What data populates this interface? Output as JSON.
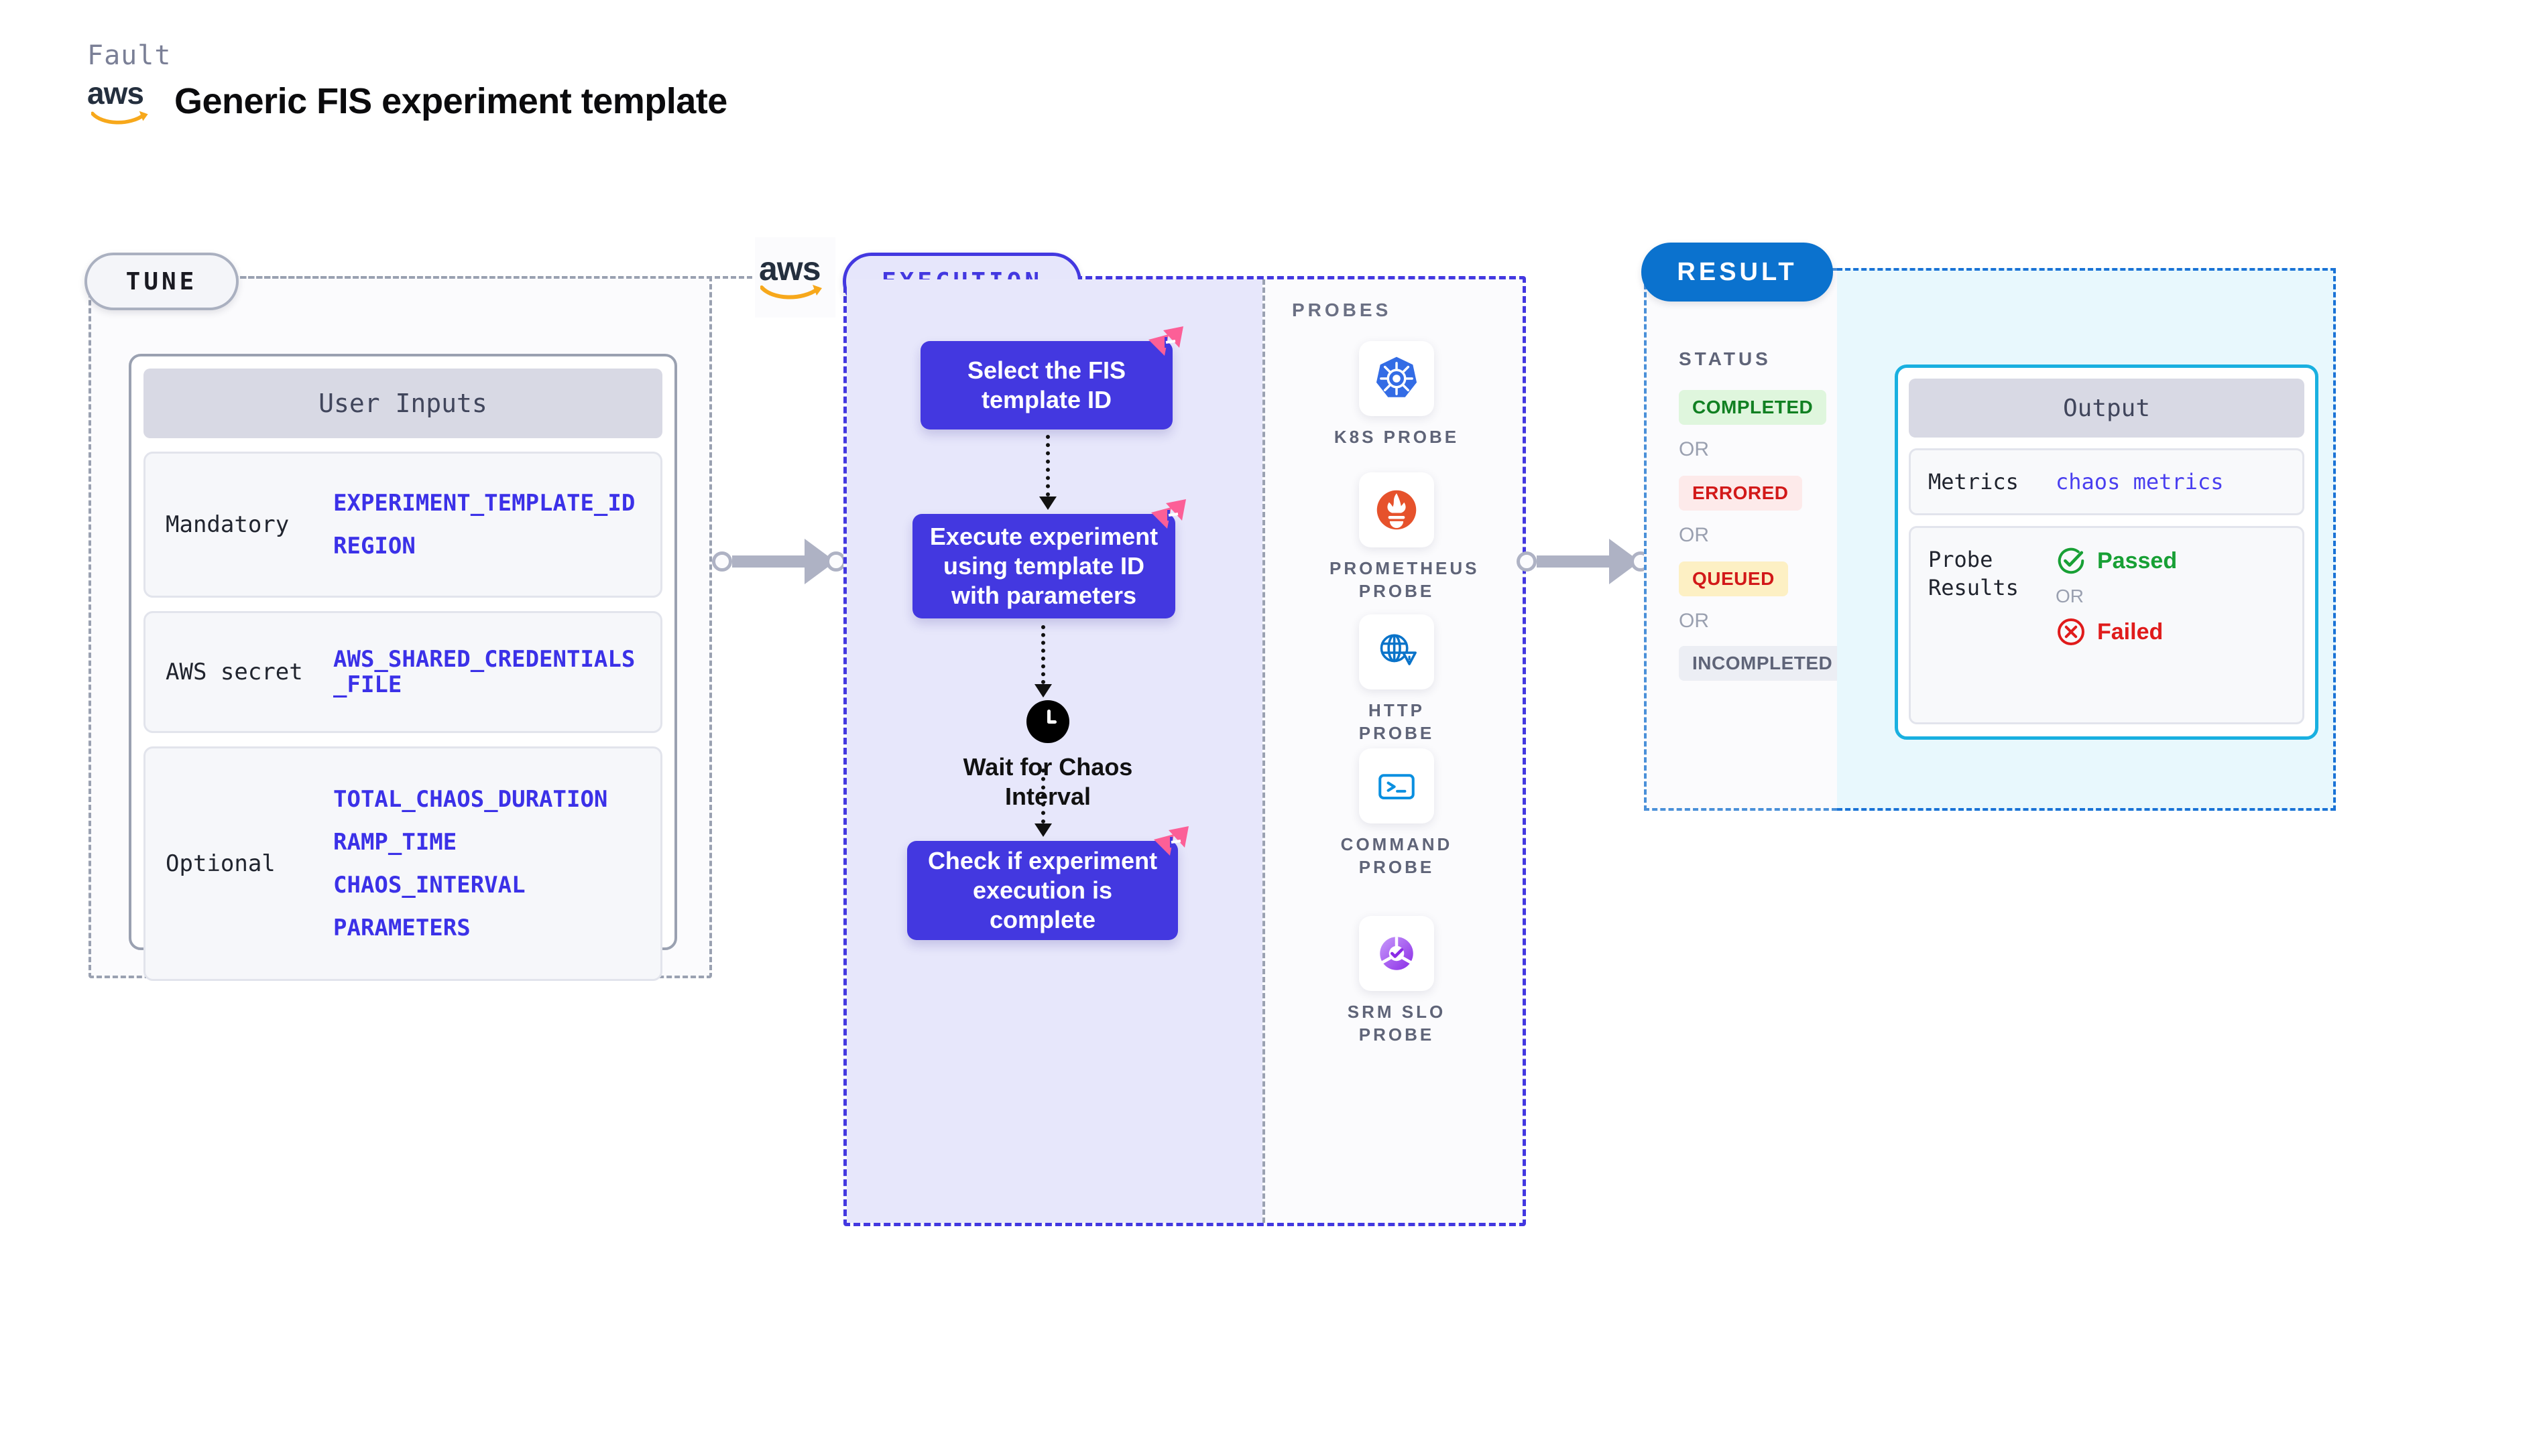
{
  "header": {
    "eyebrow": "Fault",
    "title": "Generic FIS experiment template",
    "logo_text": "aws"
  },
  "tune": {
    "pill_label": "TUNE",
    "logo_text": "aws",
    "card_title": "User Inputs",
    "groups": [
      {
        "label": "Mandatory",
        "vars": [
          "EXPERIMENT_TEMPLATE_ID",
          "REGION"
        ]
      },
      {
        "label": "AWS secret",
        "vars": [
          "AWS_SHARED_CREDENTIALS\n_FILE"
        ]
      },
      {
        "label": "Optional",
        "vars": [
          "TOTAL_CHAOS_DURATION",
          "RAMP_TIME",
          "CHAOS_INTERVAL",
          "PARAMETERS"
        ]
      }
    ]
  },
  "execution": {
    "pill_label": "EXECUTION",
    "steps": [
      {
        "text": "Select the FIS template ID"
      },
      {
        "text": "Execute experiment using template ID with parameters"
      },
      {
        "text": "Check if experiment execution is complete"
      }
    ],
    "wait_node": {
      "label": "Wait for Chaos Interval",
      "icon": "clock-icon"
    },
    "probes_title": "PROBES",
    "probes": [
      {
        "label": "K8S PROBE",
        "icon": "kubernetes-icon"
      },
      {
        "label": "PROMETHEUS PROBE",
        "icon": "prometheus-icon"
      },
      {
        "label": "HTTP PROBE",
        "icon": "globe-warning-icon"
      },
      {
        "label": "COMMAND PROBE",
        "icon": "terminal-icon"
      },
      {
        "label": "SRM SLO PROBE",
        "icon": "slo-donut-icon"
      }
    ]
  },
  "result": {
    "pill_label": "RESULT",
    "status_title": "STATUS",
    "statuses": [
      {
        "label": "COMPLETED",
        "bg": "#dff6dd",
        "fg": "#118022"
      },
      {
        "label": "ERRORED",
        "bg": "#fdeaea",
        "fg": "#d21919"
      },
      {
        "label": "QUEUED",
        "bg": "#fdf0c4",
        "fg": "#d21919"
      },
      {
        "label": "INCOMPLETED",
        "bg": "#eceef4",
        "fg": "#5f6478"
      }
    ],
    "or_text": "OR",
    "output": {
      "title": "Output",
      "metrics_label": "Metrics",
      "metrics_value": "chaos metrics",
      "probe_results_label": "Probe Results",
      "passed_label": "Passed",
      "failed_label": "Failed",
      "or_text": "OR"
    }
  },
  "colors": {
    "indigo": "#4338e0",
    "lavender_panel": "#e7e7fb",
    "aws_orange": "#f7a81b",
    "result_blue": "#0b72ce",
    "cyan_border": "#19b0e0",
    "pink_flag": "#fc5f97",
    "var_blue": "#3b31e8"
  }
}
